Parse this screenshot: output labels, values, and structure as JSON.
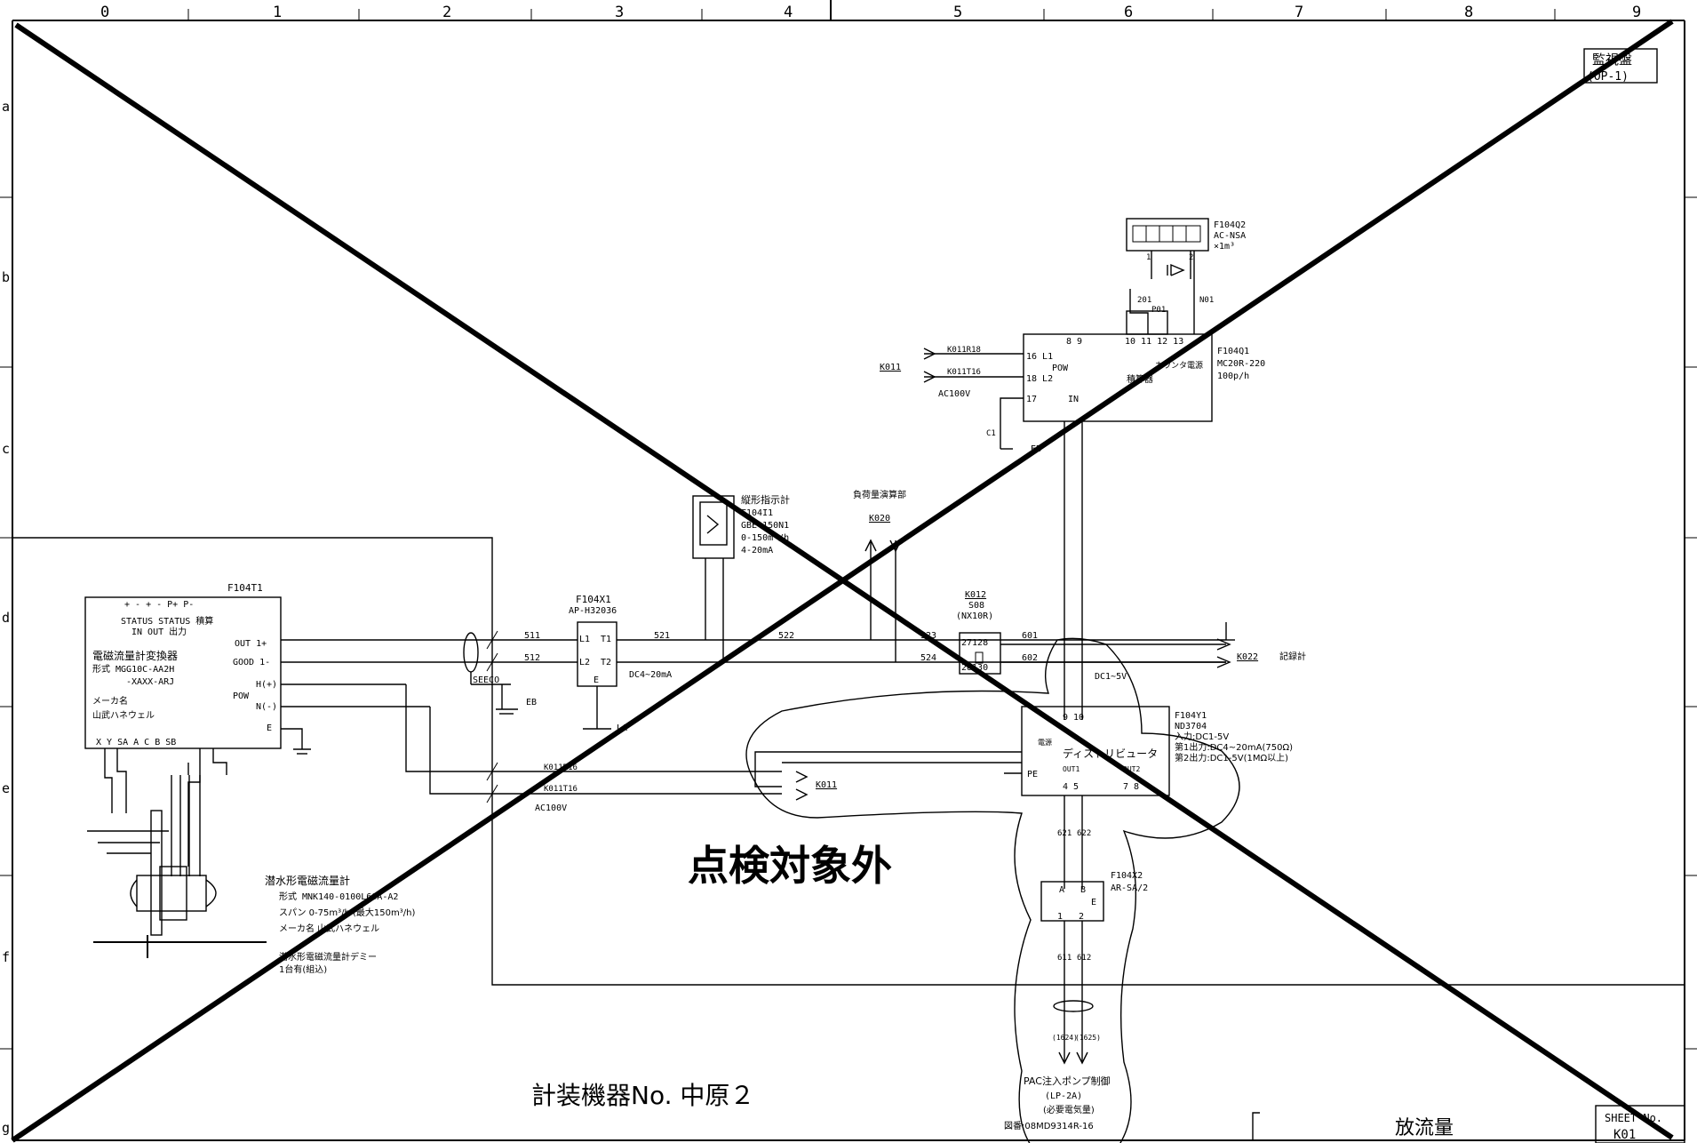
{
  "border": {
    "cols": [
      "0",
      "1",
      "2",
      "3",
      "4",
      "5",
      "6",
      "7",
      "8",
      "9"
    ],
    "rows_left": [
      "a",
      "b",
      "c",
      "d",
      "e",
      "f",
      "g"
    ]
  },
  "stamp": {
    "line1": "監視盤",
    "line2": "(OP-1)"
  },
  "overlay": {
    "title": "点検対象外",
    "instrument_no": "計装機器No. 中原２"
  },
  "converter": {
    "tag": "F104T1",
    "top_terminals": "+  -  +  -  P+ P-",
    "status_line": "STATUS STATUS 積算",
    "status_sub": "IN    OUT    出力",
    "name": "電磁流量計変換器",
    "model1": "形式 MGG10C-AA2H",
    "model2": "-XAXX-ARJ",
    "maker_label": "メーカ名",
    "maker": "山武ハネウェル",
    "right_terms": [
      "OUT 1+",
      "GOOD 1-",
      "H(+)",
      "POW",
      "N(-)",
      "E"
    ],
    "bottom_terms": "X  Y    SA  A  C  B  SB"
  },
  "sensor": {
    "title": "潜水形電磁流量計",
    "model": "形式 MNK140-0100L60A-A2",
    "span": "スパン 0-75m³/h (最大150m³/h)",
    "maker": "メーカ名 山武ハネウェル",
    "dummy": "潜水形電磁流量計デミー",
    "dummy_qty": "1台有(組込)"
  },
  "isolator1": {
    "tag": "F104X1",
    "model": "AP-H32036",
    "l1": "L1",
    "t1": "T1",
    "l2": "L2",
    "t2": "T2",
    "e": "E",
    "signal": "DC4~20mA"
  },
  "indicator": {
    "title": "縦形指示計",
    "tag": "F104I1",
    "model": "GBE-150N1",
    "range": "0-150m³/h",
    "signal": "4-20mA"
  },
  "load_calc": {
    "title": "負荷量演算部",
    "ref": "K020"
  },
  "relay": {
    "ref": "K012",
    "code": "S08",
    "model": "(NX10R)",
    "t1": "27128",
    "t2": "28130"
  },
  "cables": {
    "s11": "511",
    "s12": "512",
    "s21": "521",
    "s22": "522",
    "s23": "523",
    "s24": "524",
    "s01": "601",
    "s02": "602",
    "seeco": "SEECO",
    "eb": "EB",
    "la": "LA"
  },
  "power_refs": {
    "k011": "K011",
    "k011r18": "K011R18",
    "k011t16": "K011T16",
    "ac100v": "AC100V",
    "k011r16": "K011R16",
    "k011t16b": "K011T16",
    "ac100v_b": "AC100V",
    "k011b": "K011"
  },
  "recorder": {
    "ref": "K022",
    "label": "記録計",
    "signal": "DC1~5V"
  },
  "totalizer": {
    "tag": "F104Q1",
    "model": "MC20R-220",
    "rate": "100p/h",
    "name": "積算器",
    "pow": "POW",
    "in": "IN",
    "l1": "16 L1",
    "l2": "18 L2",
    "t17": "17",
    "t89": "8   9",
    "t10": "10 11 12 13",
    "pulse": "カウンタ電源",
    "wire": "C1"
  },
  "counter": {
    "tag": "F104Q2",
    "model": "AC-NSA",
    "mult": "×1m³",
    "pin1": "1",
    "pin2": "2",
    "w1": "201",
    "w2": "N01",
    "p01": "P01"
  },
  "distributor": {
    "tag": "F104Y1",
    "model": "ND3704",
    "input": "入力:DC1-5V",
    "out1": "第1出力:DC4~20mA(750Ω)",
    "out2": "第2出力:DC1-5V(1MΩ以上)",
    "name": "ディストリビュータ",
    "t910": "9  10",
    "pe": "PE",
    "out1_t": "OUT1",
    "out2_t": "OUT2",
    "t45": "4   5",
    "t78": "7   8",
    "pow": "電源"
  },
  "isolator2": {
    "tag": "F104X2",
    "model": "AR-SA/2",
    "a": "A",
    "b": "B",
    "e": "E",
    "t1": "1",
    "t2": "2",
    "w621": "621",
    "w622": "622",
    "w611": "611",
    "w612": "612",
    "c1": "(1624)",
    "c2": "(1625)"
  },
  "pac": {
    "line1": "PAC注入ポンプ制御",
    "line2": "(LP-2A)",
    "line3": "(必要電気量)",
    "line4": "図番:08MD9314R-16"
  },
  "footer": {
    "title": "放流量",
    "sheet_label": "SHEET No.",
    "sheet_no": "K01"
  }
}
